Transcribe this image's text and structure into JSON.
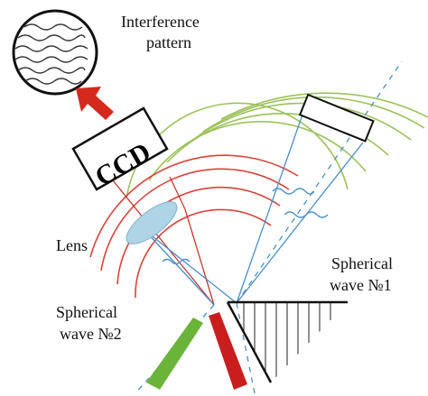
{
  "labels": {
    "interference_line1": "Interference",
    "interference_line2": "pattern",
    "ccd": "CCD",
    "lens": "Lens",
    "wave1_line1": "Spherical",
    "wave1_line2": "wave №1",
    "wave2_line1": "Spherical",
    "wave2_line2": "wave №2"
  },
  "colors": {
    "red_waves": "#d9423a",
    "green_waves": "#9cc25a",
    "blue_rays": "#4a8fc9",
    "red_rays": "#c8372f",
    "lens_fill": "#aed4e6",
    "arrow_red": "#d42a1e",
    "laser_green": "#6bb43a",
    "laser_red": "#c81e1e",
    "hatch": "#222222"
  },
  "icons": {
    "output_arrow": "up-left-arrow-icon",
    "pattern": "fringe-pattern-icon"
  }
}
